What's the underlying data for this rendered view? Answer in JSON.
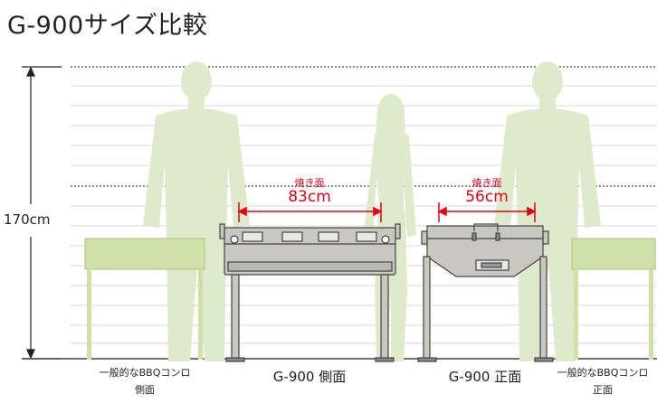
{
  "title": "G-900サイズ比較",
  "height_label": "170cm",
  "grill_side": {
    "surface_label": "焼き面",
    "width_label": "83cm",
    "caption": "G-900 側面"
  },
  "grill_front": {
    "surface_label": "焼き面",
    "width_label": "56cm",
    "caption": "G-900 正面"
  },
  "generic_left": {
    "caption_line1": "一般的なBBQコンロ",
    "caption_line2": "側面"
  },
  "generic_right": {
    "caption_line1": "一般的なBBQコンロ",
    "caption_line2": "正面"
  },
  "colors": {
    "silhouette": "#dfe9cb",
    "generic_grill": "#cfe0a8",
    "generic_grill_edge": "#a9c37a",
    "grill_body": "#c8c8c0",
    "grill_stroke": "#444444",
    "dimension_red": "#e0001a",
    "grid_line": "#d8d8d8",
    "dotted_line": "#666666"
  }
}
